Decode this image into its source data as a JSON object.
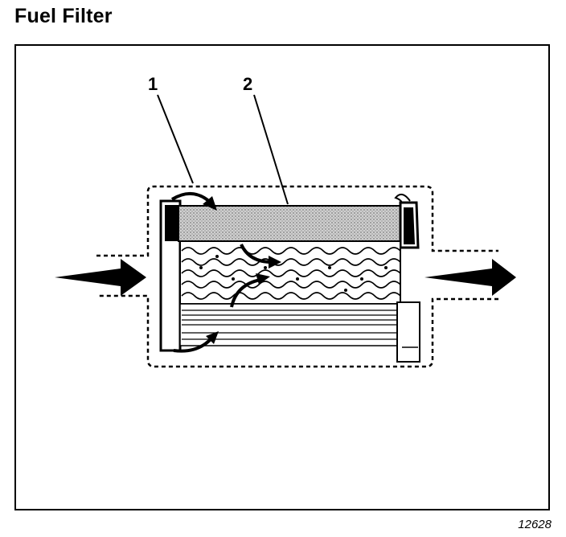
{
  "title": "Fuel Filter",
  "figure_number": "12628",
  "callouts": [
    {
      "label": "1"
    },
    {
      "label": "2"
    }
  ],
  "flow_direction": "left-to-right",
  "colors": {
    "ink": "#000000",
    "paper": "#ffffff",
    "element_gray": "#c8c8c8"
  }
}
